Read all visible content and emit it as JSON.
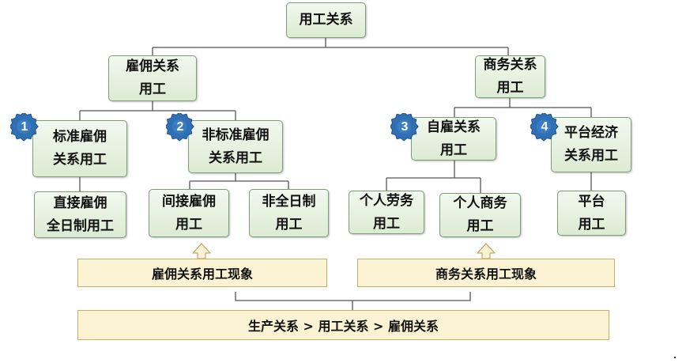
{
  "diagram": {
    "root": "用工关系",
    "employment": {
      "line1": "雇佣关系",
      "line2": "用工"
    },
    "business": {
      "line1": "商务关系",
      "line2": "用工"
    },
    "standard": {
      "badge": "1",
      "line1": "标准雇佣",
      "line2": "关系用工"
    },
    "nonstandard": {
      "badge": "2",
      "line1": "非标准雇佣",
      "line2": "关系用工"
    },
    "self_employed": {
      "badge": "3",
      "line1": "自雇关系",
      "line2": "用工"
    },
    "platform": {
      "badge": "4",
      "line1": "平台经济",
      "line2": "关系用工"
    },
    "direct": {
      "line1": "直接雇佣",
      "line2": "全日制用工"
    },
    "indirect": {
      "line1": "间接雇佣",
      "line2": "用工"
    },
    "part_time": {
      "line1": "非全日制",
      "line2": "用工"
    },
    "personal_labor": {
      "line1": "个人劳务",
      "line2": "用工"
    },
    "personal_business": {
      "line1": "个人商务",
      "line2": "用工"
    },
    "platform_use": {
      "line1": "平台",
      "line2": "用工"
    },
    "phenomenon_left": "雇佣关系用工现象",
    "phenomenon_right": "商务关系用工现象",
    "summary": "生产关系 > 用工关系 > 雇佣关系"
  },
  "colors": {
    "node_fill": "#dcebd3",
    "node_border": "#7f9b77",
    "bar_fill": "#fbf3d3",
    "bar_border": "#c9ad63",
    "badge_fill": "#2f6fb3",
    "connector": "#555555"
  }
}
